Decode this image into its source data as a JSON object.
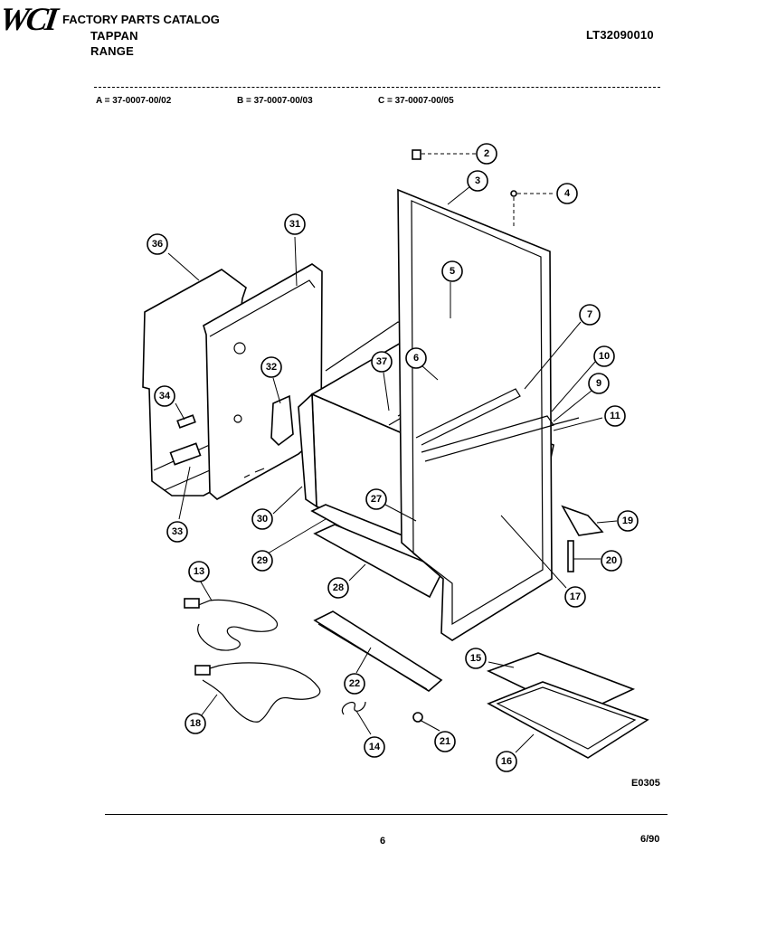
{
  "header": {
    "brand_line1": "TAPPAN",
    "brand_line2": "RANGE",
    "logo": "WCI",
    "catalog_title": "FACTORY PARTS CATALOG",
    "model_code": "LT32090010"
  },
  "variants": {
    "a": "A = 37-0007-00/02",
    "b": "B = 37-0007-00/03",
    "c": "C = 37-0007-00/05"
  },
  "footer": {
    "figure_code": "E0305",
    "page_number": "6",
    "date": "6/90"
  },
  "callouts": [
    {
      "id": "c2",
      "label": "2"
    },
    {
      "id": "c3",
      "label": "3"
    },
    {
      "id": "c4",
      "label": "4"
    },
    {
      "id": "c5",
      "label": "5"
    },
    {
      "id": "c6",
      "label": "6"
    },
    {
      "id": "c7",
      "label": "7"
    },
    {
      "id": "c9",
      "label": "9"
    },
    {
      "id": "c10",
      "label": "10"
    },
    {
      "id": "c11",
      "label": "11"
    },
    {
      "id": "c13",
      "label": "13"
    },
    {
      "id": "c14",
      "label": "14"
    },
    {
      "id": "c15",
      "label": "15"
    },
    {
      "id": "c16",
      "label": "16"
    },
    {
      "id": "c17",
      "label": "17"
    },
    {
      "id": "c18",
      "label": "18"
    },
    {
      "id": "c19",
      "label": "19"
    },
    {
      "id": "c20",
      "label": "20"
    },
    {
      "id": "c21",
      "label": "21"
    },
    {
      "id": "c22",
      "label": "22"
    },
    {
      "id": "c27",
      "label": "27"
    },
    {
      "id": "c28",
      "label": "28"
    },
    {
      "id": "c29",
      "label": "29"
    },
    {
      "id": "c30",
      "label": "30"
    },
    {
      "id": "c31",
      "label": "31"
    },
    {
      "id": "c32",
      "label": "32"
    },
    {
      "id": "c33",
      "label": "33"
    },
    {
      "id": "c34",
      "label": "34"
    },
    {
      "id": "c36",
      "label": "36"
    },
    {
      "id": "c37",
      "label": "37"
    }
  ]
}
